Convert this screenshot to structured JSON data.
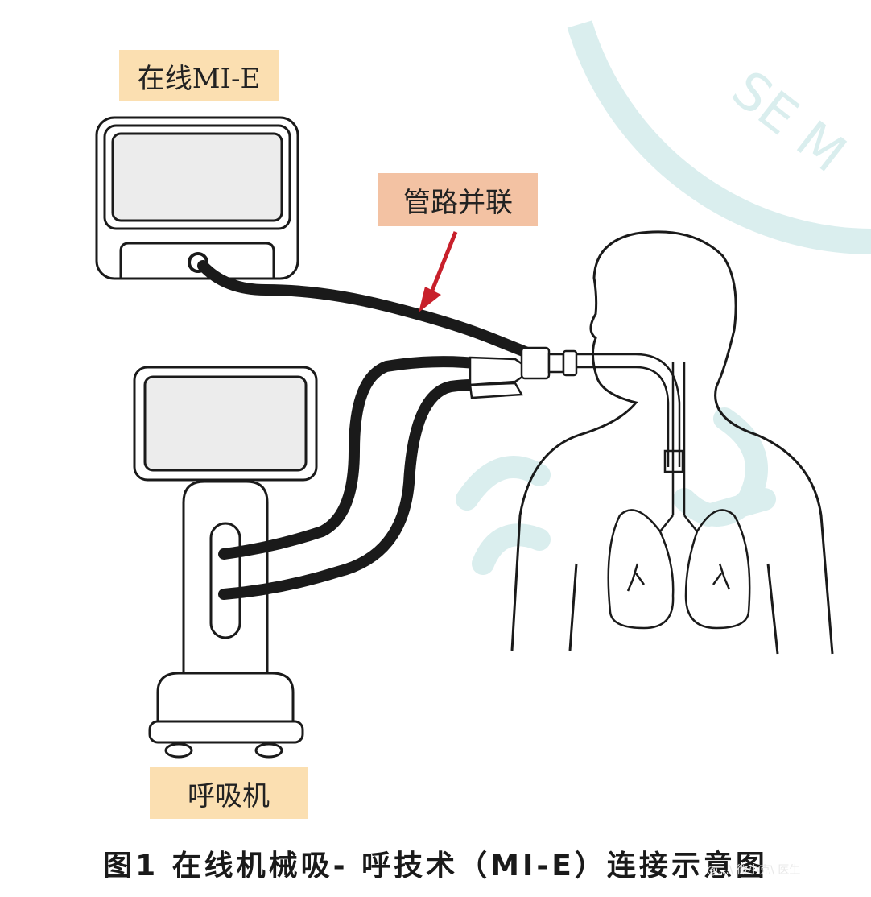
{
  "labels": {
    "online_mie": "在线MI-E",
    "tube_parallel": "管路并联",
    "ventilator": "呼吸机"
  },
  "caption": "图1 在线机械吸- 呼技术（MI-E）连接示意图",
  "watermark": {
    "arc_text": "SE M",
    "corner_text": "@…\\ 微小克\\ 医生"
  },
  "colors": {
    "label_mie_bg": "#fbdfb1",
    "label_parallel_bg": "#f3c2a3",
    "label_vent_bg": "#fbdfb1",
    "arrow": "#c8202b",
    "tube": "#1a1a1a",
    "outline": "#1a1a1a",
    "screen_fill": "#ececec",
    "watermark": "#d6ecec"
  },
  "icons": {
    "mie_device": "mie-device-icon",
    "ventilator": "ventilator-icon",
    "patient": "patient-torso-icon",
    "lungs": "lungs-icon",
    "arrow": "pointer-arrow-icon"
  }
}
